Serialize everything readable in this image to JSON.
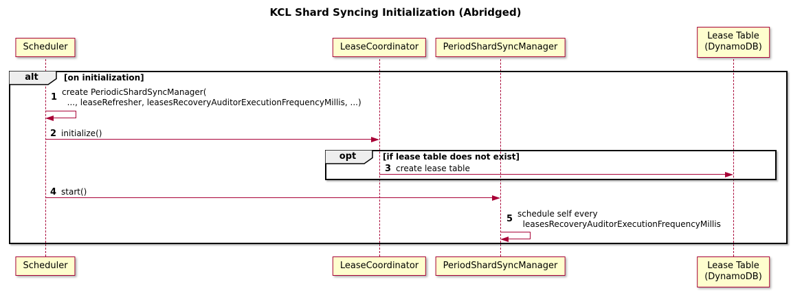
{
  "title": "KCL Shard Syncing Initialization (Abridged)",
  "participants": [
    {
      "label": "Scheduler"
    },
    {
      "label": "LeaseCoordinator"
    },
    {
      "label": "PeriodShardSyncManager"
    },
    {
      "label": "Lease Table\n(DynamoDB)"
    }
  ],
  "frames": [
    {
      "operator": "alt",
      "condition": "[on initialization]"
    },
    {
      "operator": "opt",
      "condition": "[if lease table does not exist]"
    }
  ],
  "messages": [
    {
      "num": "1",
      "text": "create PeriodicShardSyncManager(\n  ..., leaseRefresher, leasesRecoveryAuditorExecutionFrequencyMillis, ...)",
      "from": "Scheduler",
      "to": "Scheduler",
      "kind": "self"
    },
    {
      "num": "2",
      "text": "initialize()",
      "from": "Scheduler",
      "to": "LeaseCoordinator",
      "kind": "sync"
    },
    {
      "num": "3",
      "text": "create lease table",
      "from": "LeaseCoordinator",
      "to": "Lease Table (DynamoDB)",
      "kind": "sync"
    },
    {
      "num": "4",
      "text": "start()",
      "from": "Scheduler",
      "to": "PeriodShardSyncManager",
      "kind": "sync"
    },
    {
      "num": "5",
      "text": "schedule self every\n  leasesRecoveryAuditorExecutionFrequencyMillis",
      "from": "PeriodShardSyncManager",
      "to": "PeriodShardSyncManager",
      "kind": "self"
    }
  ],
  "colors": {
    "participant_fill": "#FEFECE",
    "participant_border": "#A80036",
    "arrow": "#A80036",
    "lifeline": "#A80036",
    "frame_border": "#000000",
    "frame_label_fill": "#EEEEEE",
    "background": "#FFFFFF"
  }
}
